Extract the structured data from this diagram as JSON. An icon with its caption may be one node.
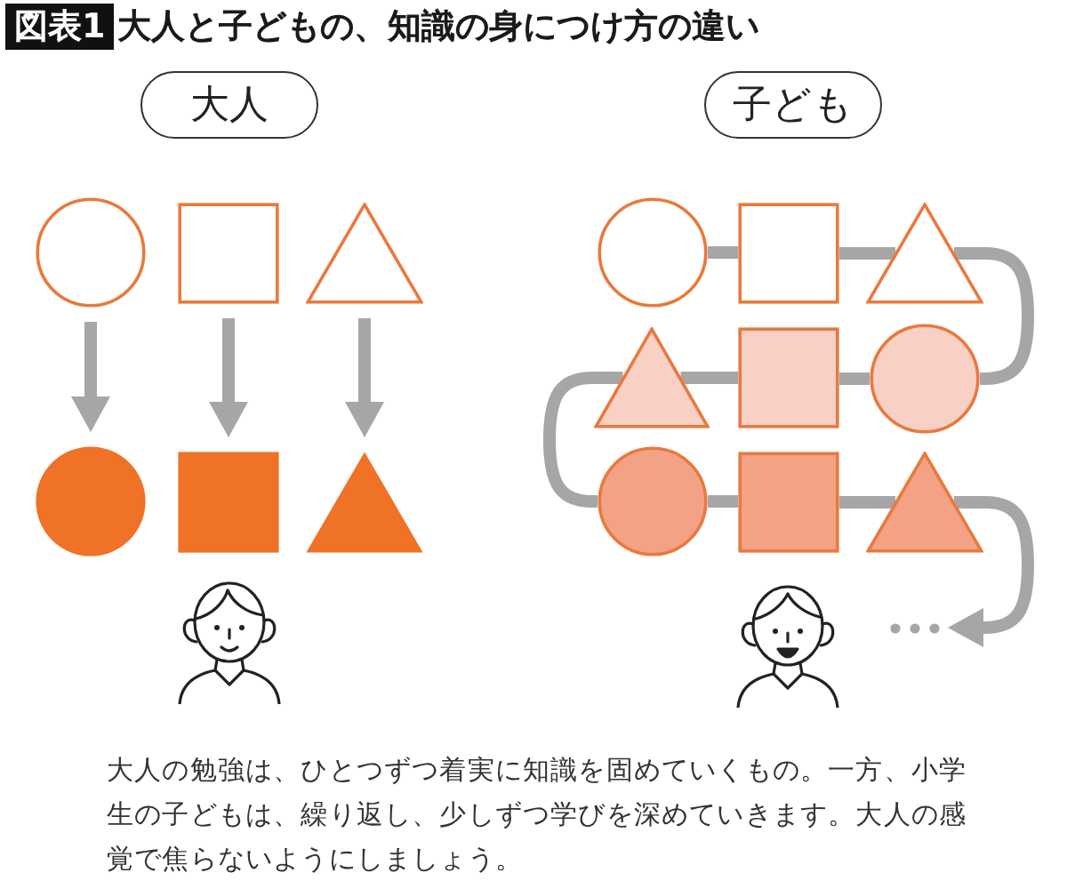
{
  "diagram": {
    "title": "大人と子どもの、知識の身につけ方の違い",
    "caption": "大人の勉強は、ひとつずつ着実に知識を固めていくもの。一方、小学生の子どもは、繰り返し、少しずつ学びを深めていきます。大人の感覚で焦らないようにしましょう。",
    "nodes": [
      {
        "text": [
          "大人"
        ]
      },
      {
        "text": [
          "子ども"
        ]
      },
      {
        "text": [],
        "shape": "circle"
      },
      {
        "text": [],
        "shape": "box"
      },
      {
        "text": [],
        "shape": "triangle"
      },
      {
        "text": [],
        "shape": "circle"
      },
      {
        "text": [],
        "shape": "box"
      },
      {
        "text": [],
        "shape": "triangle"
      },
      {
        "text": [],
        "shape": "circle"
      },
      {
        "text": [],
        "shape": "box"
      },
      {
        "text": [],
        "shape": "triangle"
      },
      {
        "text": [],
        "shape": "triangle"
      },
      {
        "text": [],
        "shape": "box"
      },
      {
        "text": [],
        "shape": "circle"
      },
      {
        "text": [],
        "shape": "circle"
      },
      {
        "text": [],
        "shape": "box"
      },
      {
        "text": [],
        "shape": "triangle"
      }
    ],
    "edges": [
      {
        "from": 2,
        "to": 5,
        "arrow": "to"
      },
      {
        "from": 3,
        "to": 6,
        "arrow": "to"
      },
      {
        "from": 4,
        "to": 7,
        "arrow": "to"
      },
      {
        "from": 8,
        "to": 9,
        "arrow": "none"
      },
      {
        "from": 9,
        "to": 10,
        "arrow": "none"
      },
      {
        "from": 10,
        "to": 13,
        "arrow": "none"
      },
      {
        "from": 13,
        "to": 12,
        "arrow": "none"
      },
      {
        "from": 12,
        "to": 11,
        "arrow": "none"
      },
      {
        "from": 11,
        "to": 14,
        "arrow": "none"
      },
      {
        "from": 14,
        "to": 15,
        "arrow": "none"
      },
      {
        "from": 15,
        "to": 16,
        "arrow": "none"
      },
      {
        "from": 16,
        "to": null,
        "arrow": "to"
      }
    ],
    "labels": [
      "図表1"
    ]
  }
}
